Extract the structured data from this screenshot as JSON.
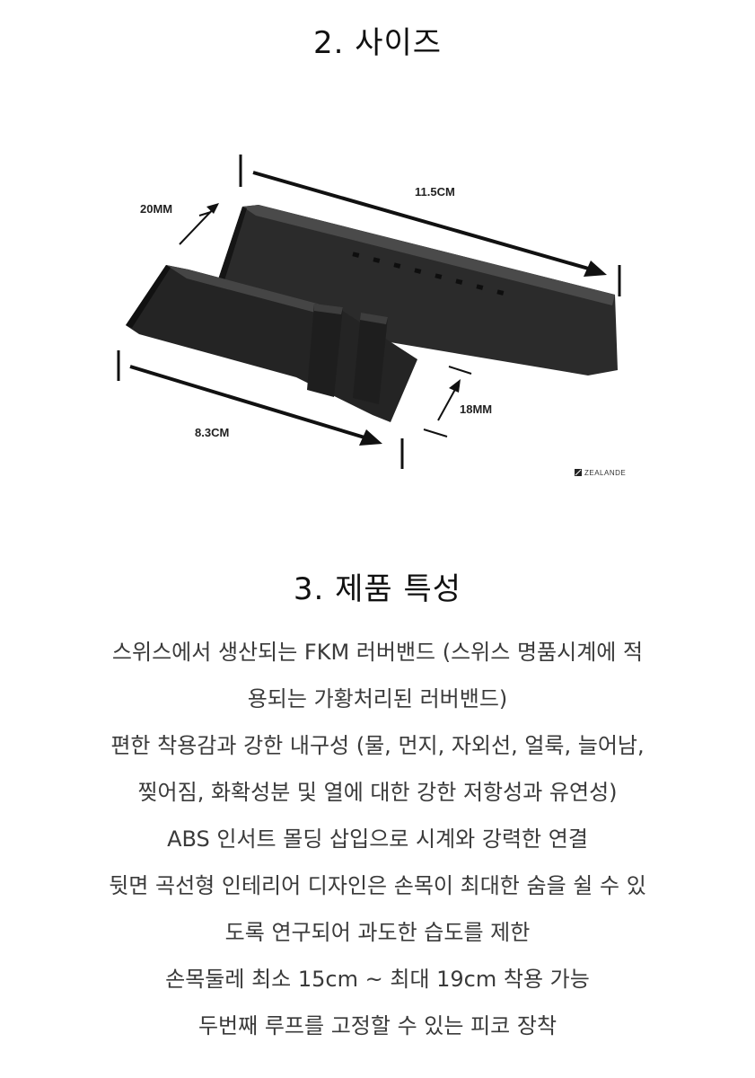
{
  "sections": {
    "size": {
      "title": "2. 사이즈"
    },
    "features": {
      "title": "3. 제품 특성"
    }
  },
  "diagram": {
    "dim_length_long": "11.5CM",
    "dim_width_top": "20MM",
    "dim_width_bottom": "18MM",
    "dim_length_short": "8.3CM",
    "brand": "ZEALANDE"
  },
  "features": [
    "스위스에서 생산되는 FKM 러버밴드 (스위스 명품시계에 적",
    "용되는 가황처리된 러버밴드)",
    "편한 착용감과 강한 내구성 (물, 먼지, 자외선, 얼룩, 늘어남,",
    "찢어짐, 화확성분 및 열에 대한 강한 저항성과 유연성)",
    "ABS 인서트 몰딩 삽입으로 시계와 강력한 연결",
    "뒷면 곡선형 인테리어 디자인은 손목이 최대한 숨을 쉴 수 있",
    "도록 연구되어 과도한 습도를 제한",
    "손목둘레 최소 15cm ~ 최대 19cm 착용 가능",
    "두번째 루프를 고정할 수 있는 피코 장착"
  ],
  "colors": {
    "strap": "#2b2b2b",
    "strap_edge": "#141414",
    "text": "#3a3a3a"
  }
}
